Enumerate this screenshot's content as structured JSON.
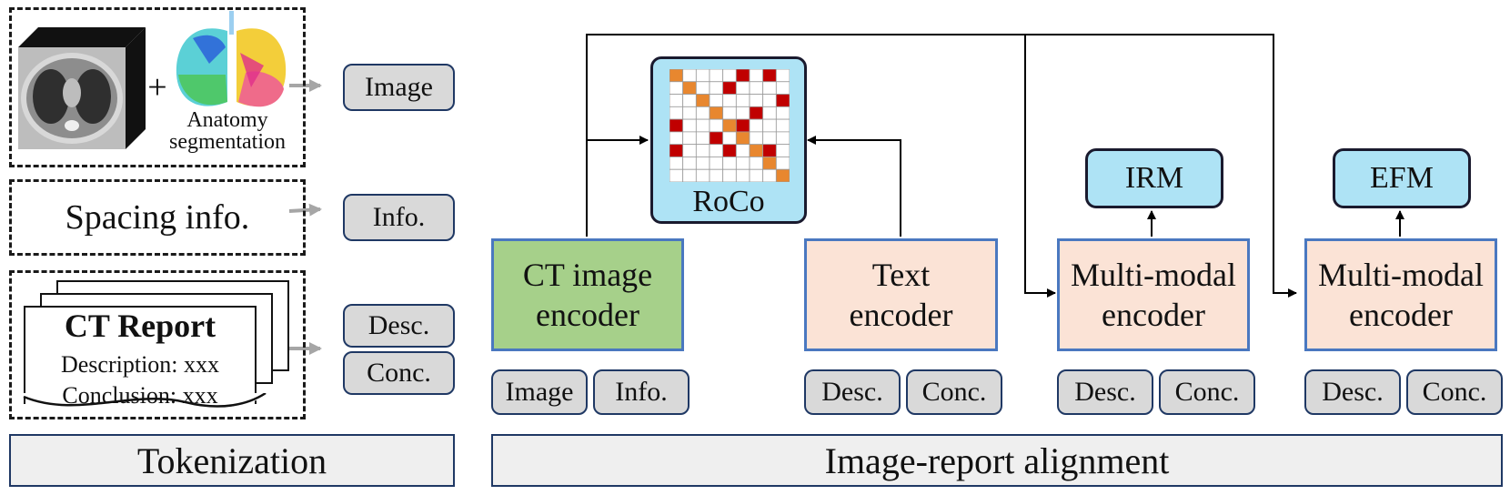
{
  "left": {
    "plus": "+",
    "anatomy_label_line1": "Anatomy",
    "anatomy_label_line2": "segmentation",
    "spacing_label": "Spacing info.",
    "report": {
      "title": "CT Report",
      "line1": "Description: xxx",
      "line2": "Conclusion: xxx"
    },
    "tokens": {
      "image": "Image",
      "info": "Info.",
      "desc": "Desc.",
      "conc": "Conc."
    },
    "section_label": "Tokenization"
  },
  "right": {
    "roco": "RoCo",
    "irm": "IRM",
    "efm": "EFM",
    "ct_encoder_line1": "CT image",
    "ct_encoder_line2": "encoder",
    "text_encoder_line1": "Text",
    "text_encoder_line2": "encoder",
    "mm_encoder1_line1": "Multi-modal",
    "mm_encoder1_line2": "encoder",
    "mm_encoder2_line1": "Multi-modal",
    "mm_encoder2_line2": "encoder",
    "tokens": {
      "image": "Image",
      "info": "Info.",
      "desc": "Desc.",
      "conc": "Conc."
    },
    "section_label": "Image-report alignment"
  },
  "colors": {
    "token_fill": "#d9d9d9",
    "head_fill": "#aee3f5",
    "ct_encoder_fill": "#a6d08a",
    "text_encoder_fill": "#fbe3d6",
    "encoder_border": "#4a78c0",
    "matrix_orange": "#e8872f",
    "matrix_red": "#c00000"
  }
}
